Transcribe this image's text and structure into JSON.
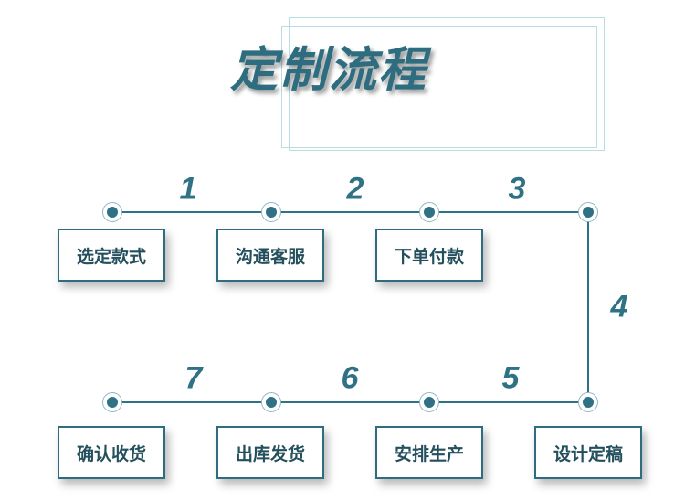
{
  "title": "定制流程",
  "steps": [
    {
      "number": "1",
      "label": "选定款式"
    },
    {
      "number": "2",
      "label": "沟通客服"
    },
    {
      "number": "3",
      "label": "下单付款"
    },
    {
      "number": "4",
      "label": "设计定稿"
    },
    {
      "number": "5",
      "label": "安排生产"
    },
    {
      "number": "6",
      "label": "出库发货"
    },
    {
      "number": "7",
      "label": "确认收货"
    }
  ],
  "colors": {
    "accent": "#2f7285",
    "frame": "#b9dde3"
  }
}
